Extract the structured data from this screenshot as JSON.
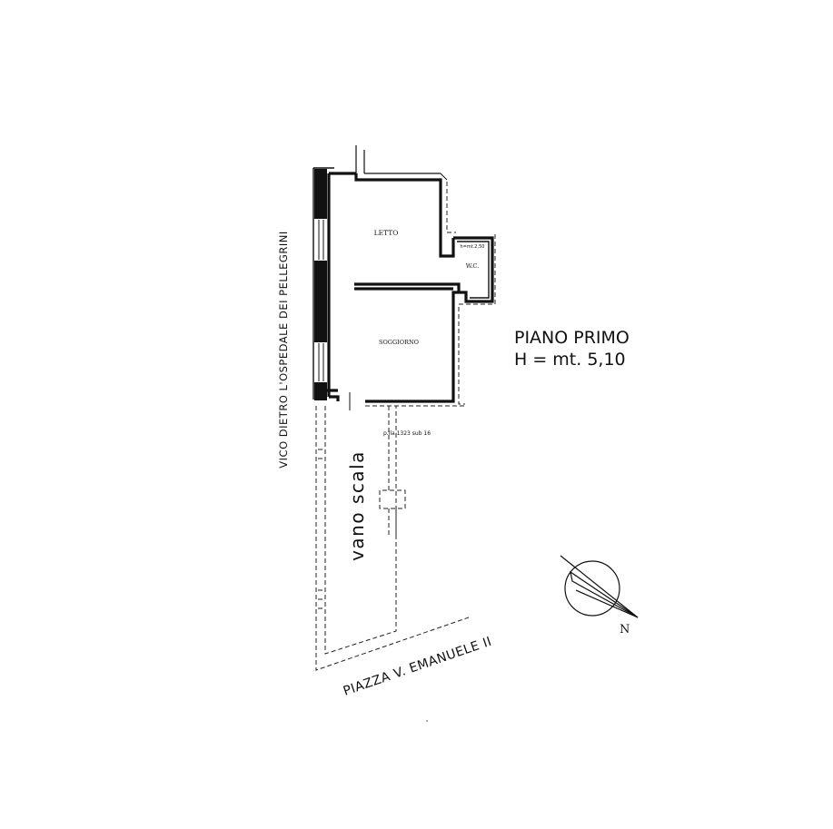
{
  "plan": {
    "rooms": {
      "letto": "LETTO",
      "wc": "W.C.",
      "wc_height": "h=mt.2,50",
      "soggiorno": "SOGGIORNO",
      "vano_scala": "vano  scala"
    },
    "floor_title": "PIANO   PRIMO",
    "floor_height": "H = mt. 5,10",
    "cadastral_ref": "p.lla 1323 sub 16",
    "streets": {
      "west": "VICO DIETRO L'OSPEDALE DEI PELLEGRINI",
      "south": "PIAZZA  V.  EMANUELE  II"
    },
    "north_label": "N"
  }
}
